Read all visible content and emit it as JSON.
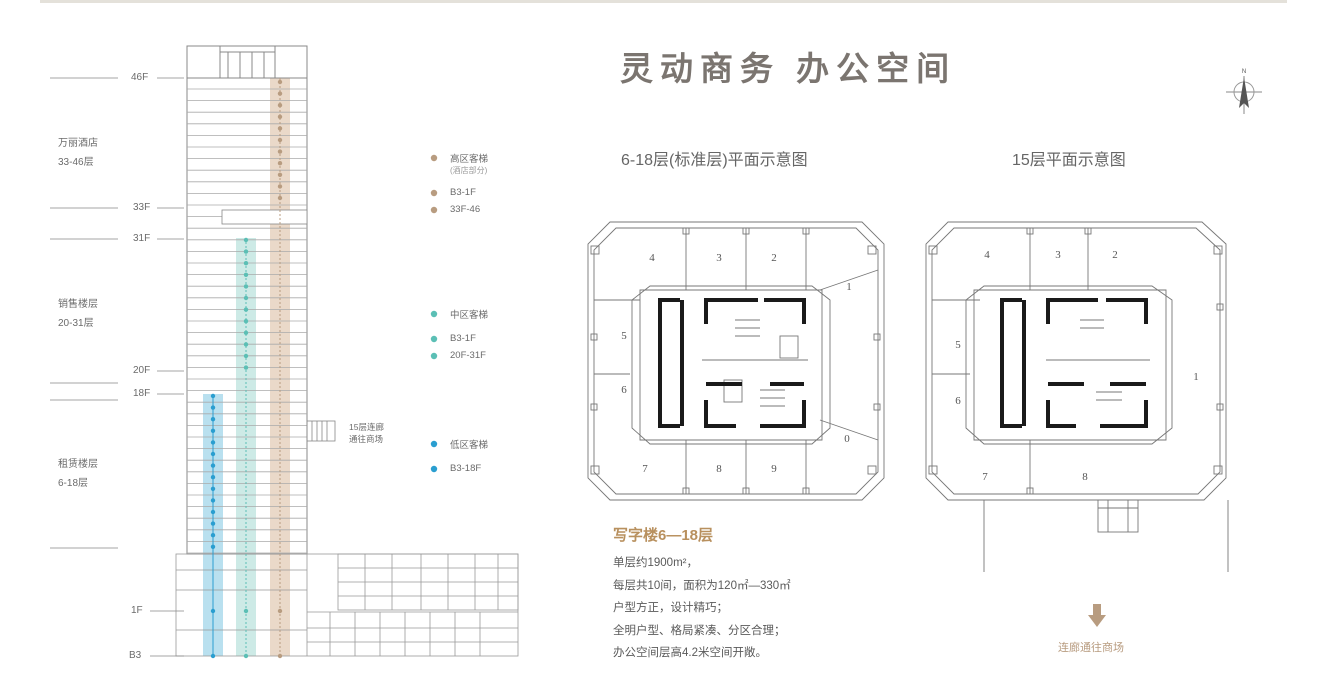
{
  "page_title": "灵动商务  办公空间",
  "building_section": {
    "floor_markers": [
      "46F",
      "33F",
      "31F",
      "20F",
      "18F",
      "1F",
      "B3"
    ],
    "zones": [
      {
        "name": "万丽酒店",
        "range": "33-46层"
      },
      {
        "name": "销售楼层",
        "range": "20-31层"
      },
      {
        "name": "租赁楼层",
        "range": "6-18层"
      }
    ],
    "corridor_note": [
      "15层连廊",
      "通往商场"
    ]
  },
  "legend": {
    "high": {
      "title": "高区客梯",
      "sub": "(酒店部分)",
      "items": [
        "B3-1F",
        "33F-46"
      ],
      "color": "#b89c80"
    },
    "mid": {
      "title": "中区客梯",
      "items": [
        "B3-1F",
        "20F-31F"
      ],
      "color": "#5bbfb5"
    },
    "low": {
      "title": "低区客梯",
      "items": [
        "B3-18F"
      ],
      "color": "#2a9ed0"
    }
  },
  "plans": {
    "standard": {
      "caption": "6-18层(标准层)平面示意图",
      "units": [
        "4",
        "3",
        "2",
        "1",
        "5",
        "6",
        "0",
        "7",
        "8",
        "9"
      ]
    },
    "floor15": {
      "caption": "15层平面示意图",
      "units": [
        "4",
        "3",
        "2",
        "5",
        "6",
        "1",
        "7",
        "8"
      ]
    }
  },
  "office": {
    "title": "写字楼6—18层",
    "lines": [
      "单层约1900m²，",
      "每层共10间，面积为120㎡—330㎡",
      "户型方正，设计精巧；",
      "全明户型、格局紧凑、分区合理；",
      "办公空间层高4.2米空间开敞。"
    ]
  },
  "corridor_link": "连廊通往商场",
  "compass_label": "N",
  "colors": {
    "high": "#b89c80",
    "mid": "#5bbfb5",
    "low": "#2a9ed0",
    "wall": "#1a1a1a",
    "line": "#888888"
  }
}
